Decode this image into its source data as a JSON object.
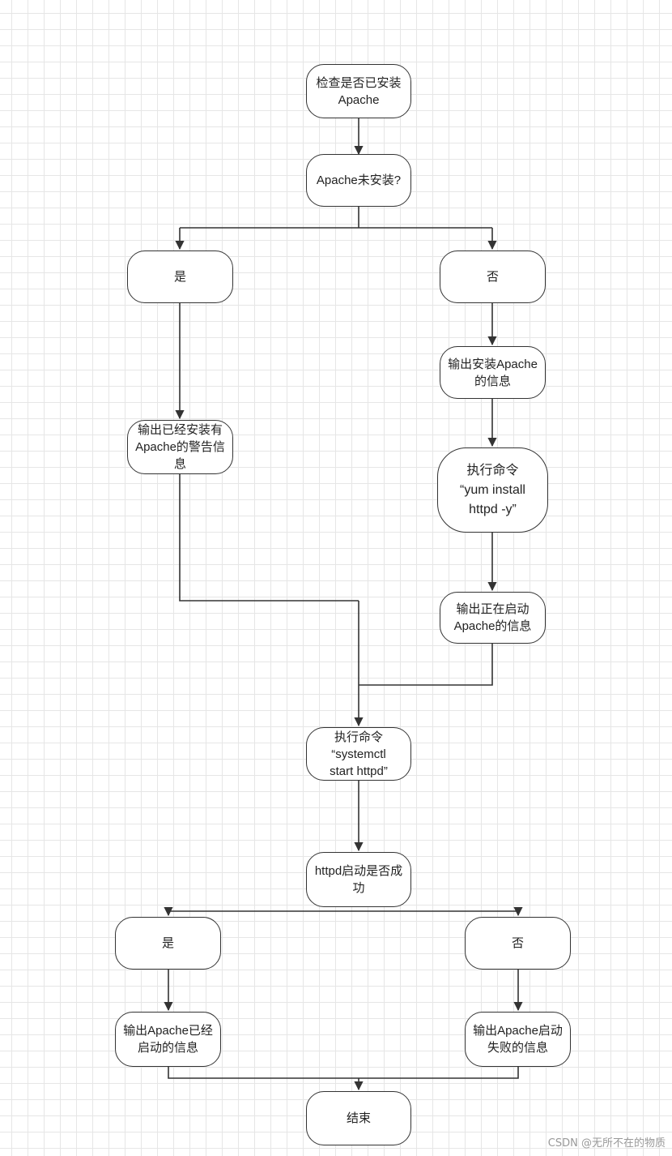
{
  "nodes": {
    "check_installed": "检查是否已安装Apache",
    "not_installed_q": "Apache未安装?",
    "yes_1": "是",
    "no_1": "否",
    "output_install": "输出安装Apache的信息",
    "warn_installed": "输出已经安装有Apache的警告信息",
    "yum_install": "执行命令\n“yum install\nhttpd -y”",
    "output_starting": "输出正在启动Apache的信息",
    "systemctl_start": "执行命令\n“systemctl\nstart httpd”",
    "httpd_started_q": "httpd启动是否成功",
    "yes_2": "是",
    "no_2": "否",
    "output_started": "输出Apache已经启动的信息",
    "output_failed": "输出Apache启动失败的信息",
    "end": "结束"
  },
  "watermark": "CSDN @无所不在的物质",
  "colors": {
    "stroke": "#333333",
    "grid": "#e6e6e6",
    "background": "#ffffff"
  }
}
